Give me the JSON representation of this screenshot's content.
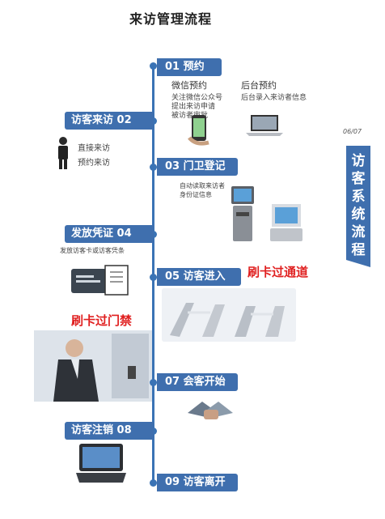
{
  "title": "来访管理流程",
  "side_title": "访客系统流程",
  "side_page": "06/07",
  "steps": {
    "s01": "01  预约",
    "s02": "访客来访 02",
    "s03": "03 门卫登记",
    "s04": "发放凭证 04",
    "s05": "05 访客进入",
    "s07": "07 会客开始",
    "s08": "访客注销 08",
    "s09": "09 访客离开"
  },
  "wechat": {
    "title": "微信预约",
    "lines": [
      "关注微信公众号",
      "提出来访申请",
      "被访者审批"
    ]
  },
  "backend": {
    "title": "后台预约",
    "desc": "后台录入来访者信息"
  },
  "visit": {
    "direct": "直接来访",
    "appointment": "预约来访"
  },
  "guard": {
    "lines": [
      "自动读取来访者",
      "身份证信息"
    ]
  },
  "cert": {
    "desc": "发放访客卡或访客凭条"
  },
  "swipe_channel": "刷卡过通道",
  "swipe_door": "刷卡过门禁",
  "colors": {
    "primary": "#3f6fae",
    "accent": "#e02020"
  }
}
